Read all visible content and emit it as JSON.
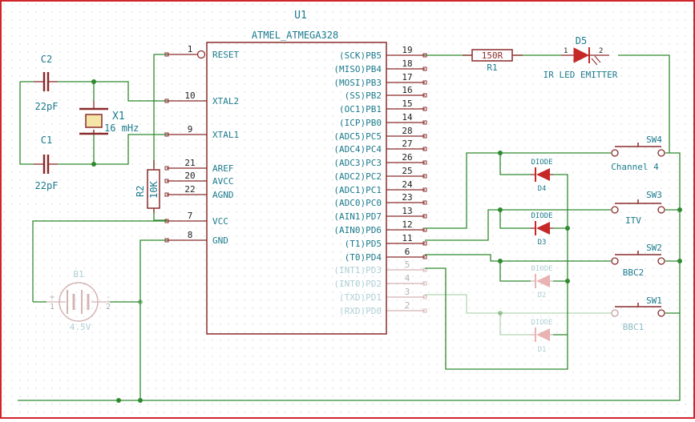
{
  "colors": {
    "border": "#d0262b",
    "wire": "#2f8a2f",
    "body": "#8a2b2b",
    "pin": "#8a2b2b",
    "label": "#1a7a8c",
    "pin_number": "#222222",
    "ref": "#1a7a8c",
    "diode_fill": "#c62828",
    "dim_fill": "#e08080"
  },
  "u1": {
    "ref": "U1",
    "part": "ATMEL_ATMEGA328",
    "left_pins": [
      {
        "num": "1",
        "name": "RESET"
      },
      {
        "num": "10",
        "name": "XTAL2"
      },
      {
        "num": "9",
        "name": "XTAL1"
      },
      {
        "num": "21",
        "name": "AREF"
      },
      {
        "num": "20",
        "name": "AVCC"
      },
      {
        "num": "22",
        "name": "AGND"
      },
      {
        "num": "7",
        "name": "VCC"
      },
      {
        "num": "8",
        "name": "GND"
      }
    ],
    "right_pins": [
      {
        "num": "19",
        "name": "(SCK)PB5"
      },
      {
        "num": "18",
        "name": "(MISO)PB4"
      },
      {
        "num": "17",
        "name": "(MOSI)PB3"
      },
      {
        "num": "16",
        "name": "(SS)PB2"
      },
      {
        "num": "15",
        "name": "(OC1)PB1"
      },
      {
        "num": "14",
        "name": "(ICP)PB0"
      },
      {
        "num": "28",
        "name": "(ADC5)PC5"
      },
      {
        "num": "27",
        "name": "(ADC4)PC4"
      },
      {
        "num": "26",
        "name": "(ADC3)PC3"
      },
      {
        "num": "25",
        "name": "(ADC2)PC2"
      },
      {
        "num": "24",
        "name": "(ADC1)PC1"
      },
      {
        "num": "23",
        "name": "(ADC0)PC0"
      },
      {
        "num": "13",
        "name": "(AIN1)PD7"
      },
      {
        "num": "12",
        "name": "(AIN0)PD6"
      },
      {
        "num": "11",
        "name": "(T1)PD5"
      },
      {
        "num": "6",
        "name": "(T0)PD4"
      },
      {
        "num": "5",
        "name": "(INT1)PD3"
      },
      {
        "num": "4",
        "name": "(INT0)PD2"
      },
      {
        "num": "3",
        "name": "(TXD)PD1"
      },
      {
        "num": "2",
        "name": "(RXD)PD0"
      }
    ]
  },
  "c2": {
    "ref": "C2",
    "value": "22pF"
  },
  "c1": {
    "ref": "C1",
    "value": "22pF"
  },
  "x1": {
    "ref": "X1",
    "value": "16 mHz"
  },
  "r2": {
    "ref": "R2",
    "value": "10K"
  },
  "r1": {
    "ref": "R1",
    "value": "150R"
  },
  "d5": {
    "ref": "D5",
    "value": "IR LED EMITTER",
    "pin1": "1",
    "pin2": "2"
  },
  "b1": {
    "ref": "B1",
    "value": "4.5V",
    "plus": "+",
    "minus": "-",
    "pin1": "1",
    "pin2": "2"
  },
  "diodes": [
    {
      "type": "DIODE",
      "ref": "D4"
    },
    {
      "type": "DIODE",
      "ref": "D3"
    },
    {
      "type": "DIODE",
      "ref": "D2"
    },
    {
      "type": "DIODE",
      "ref": "D1"
    }
  ],
  "switches": [
    {
      "ref": "SW4",
      "label": "Channel 4"
    },
    {
      "ref": "SW3",
      "label": "ITV"
    },
    {
      "ref": "SW2",
      "label": "BBC2"
    },
    {
      "ref": "SW1",
      "label": "BBC1"
    }
  ]
}
